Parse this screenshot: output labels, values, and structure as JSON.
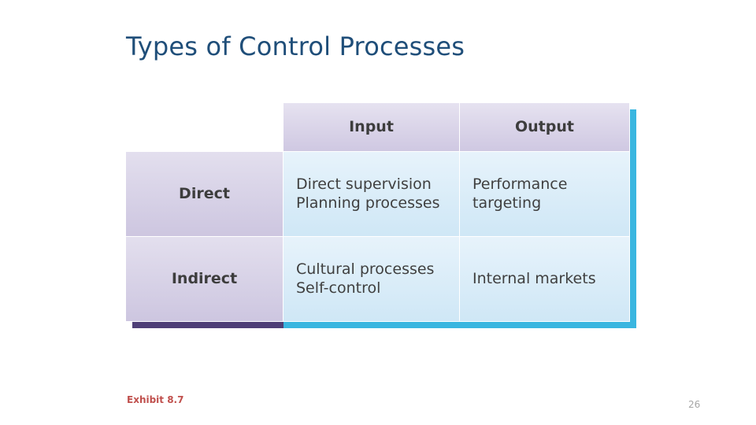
{
  "slide": {
    "title": "Types of Control Processes",
    "exhibit_label": "Exhibit 8.7",
    "page_number": "26",
    "accent_color": "#1f4e79",
    "exhibit_color": "#c0504d",
    "header_fill": "#cfc8e2",
    "body_fill": "#cfe7f6",
    "extrude_purple": "#4f3f77",
    "extrude_blue": "#3ab6e0"
  },
  "matrix": {
    "corner_label": "",
    "column_headers": [
      "Input",
      "Output"
    ],
    "row_headers": [
      "Direct",
      "Indirect"
    ],
    "cells": [
      [
        "Direct supervision\nPlanning processes",
        "Performance\ntargeting"
      ],
      [
        "Cultural processes\nSelf-control",
        "Internal markets"
      ]
    ]
  }
}
